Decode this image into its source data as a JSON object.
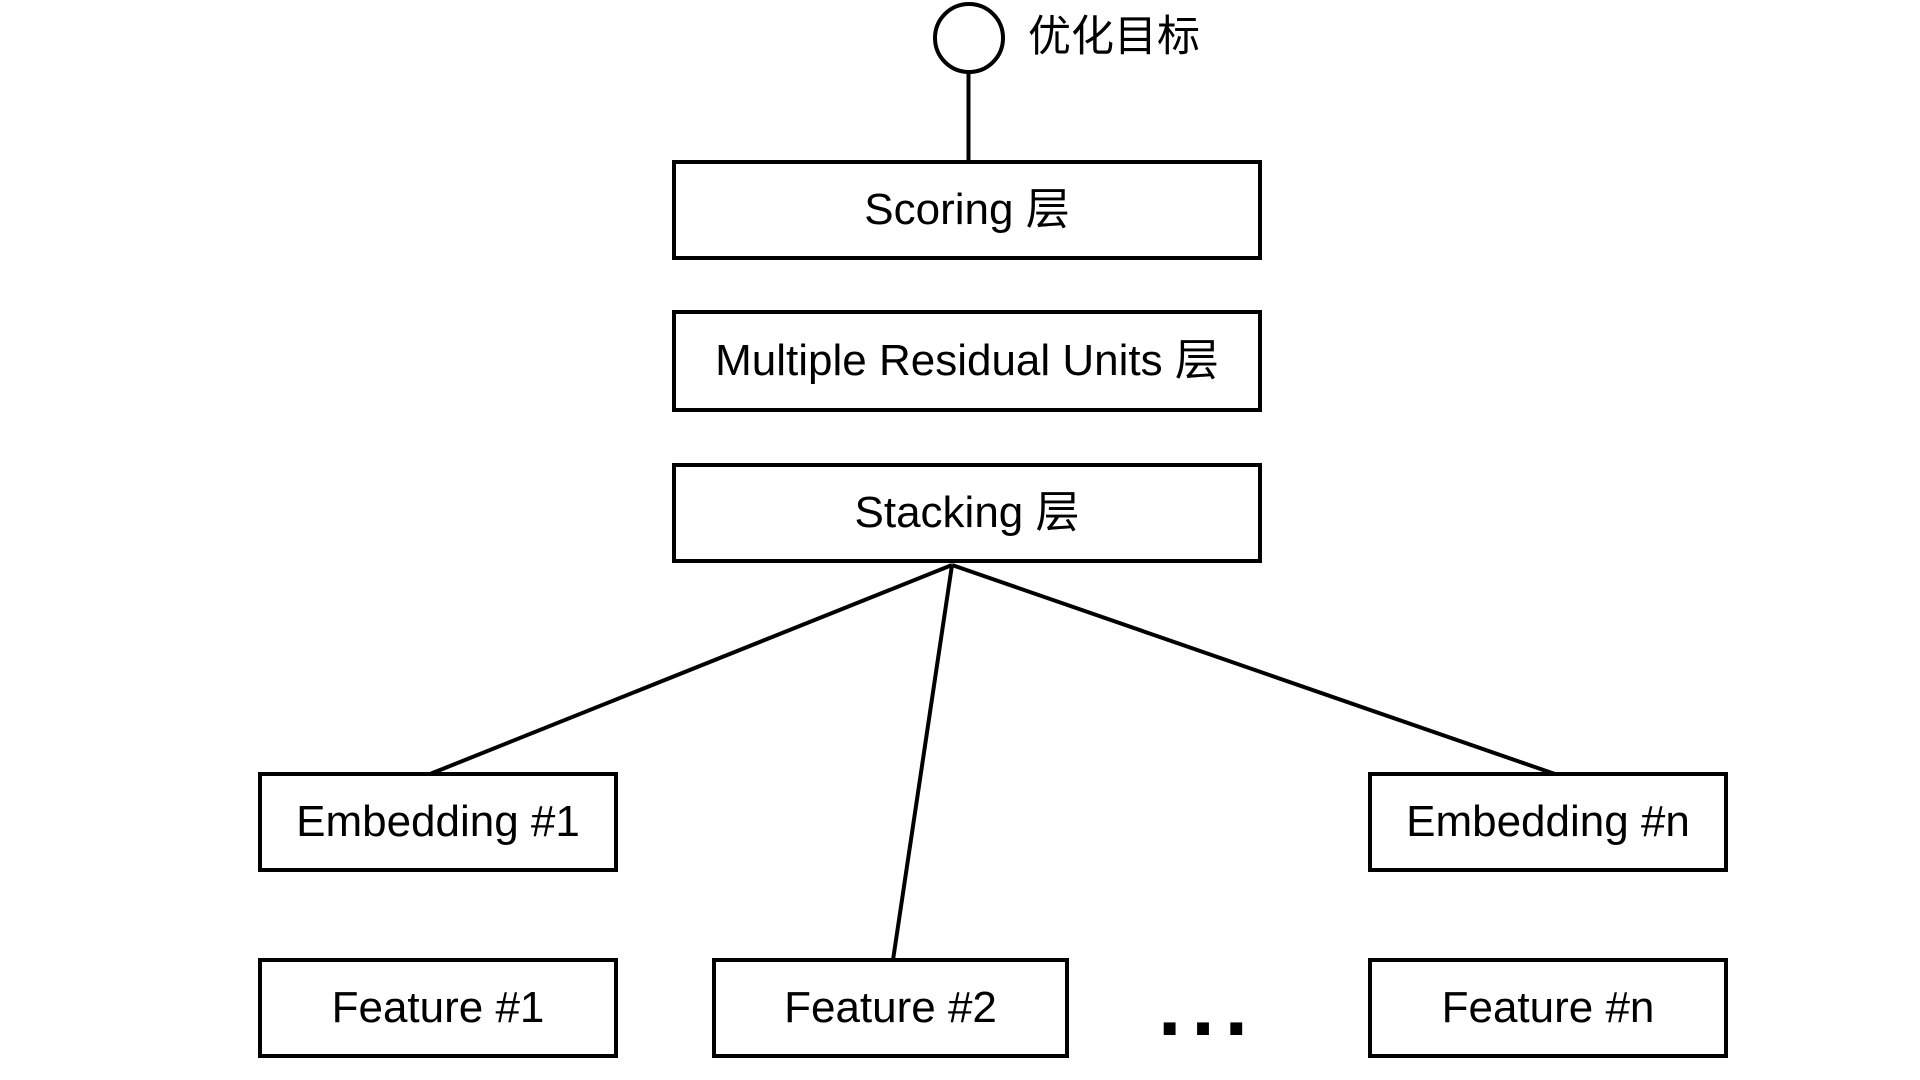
{
  "diagram": {
    "background_color": "#ffffff",
    "stroke_color": "#000000",
    "optimization_target_label": "优化目标",
    "layers": [
      {
        "label": "Scoring 层"
      },
      {
        "label": "Multiple Residual Units 层"
      },
      {
        "label": "Stacking 层"
      }
    ],
    "embeddings": [
      {
        "label": "Embedding #1"
      },
      {
        "label": "Embedding #n"
      }
    ],
    "features": [
      {
        "label": "Feature #1"
      },
      {
        "label": "Feature #2"
      },
      {
        "label": "Feature #n"
      }
    ],
    "ellipsis": "..."
  }
}
